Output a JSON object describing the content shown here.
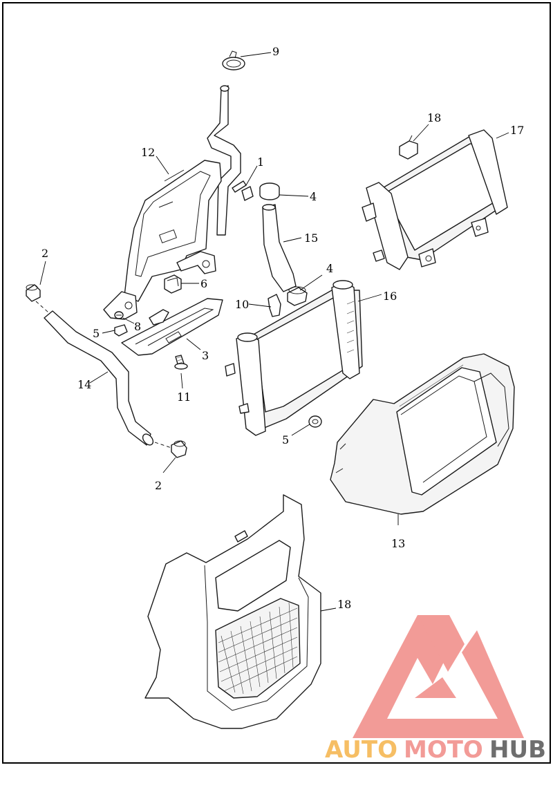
{
  "callouts": {
    "c1": "1",
    "c2a": "2",
    "c2b": "2",
    "c3": "3",
    "c4a": "4",
    "c4b": "4",
    "c5a": "5",
    "c5b": "5",
    "c6": "6",
    "c8": "8",
    "c9": "9",
    "c10": "10",
    "c11": "11",
    "c12": "12",
    "c13": "13",
    "c14": "14",
    "c15": "15",
    "c16": "16",
    "c17": "17",
    "c18a": "18",
    "c18b": "18"
  },
  "watermark": {
    "word_auto": "AUTO",
    "word_moto": "MOTO",
    "word_hub": "HUB",
    "color_primary": "#f08a85",
    "color_secondary": "#f5b34a",
    "color_dark": "#555555"
  }
}
